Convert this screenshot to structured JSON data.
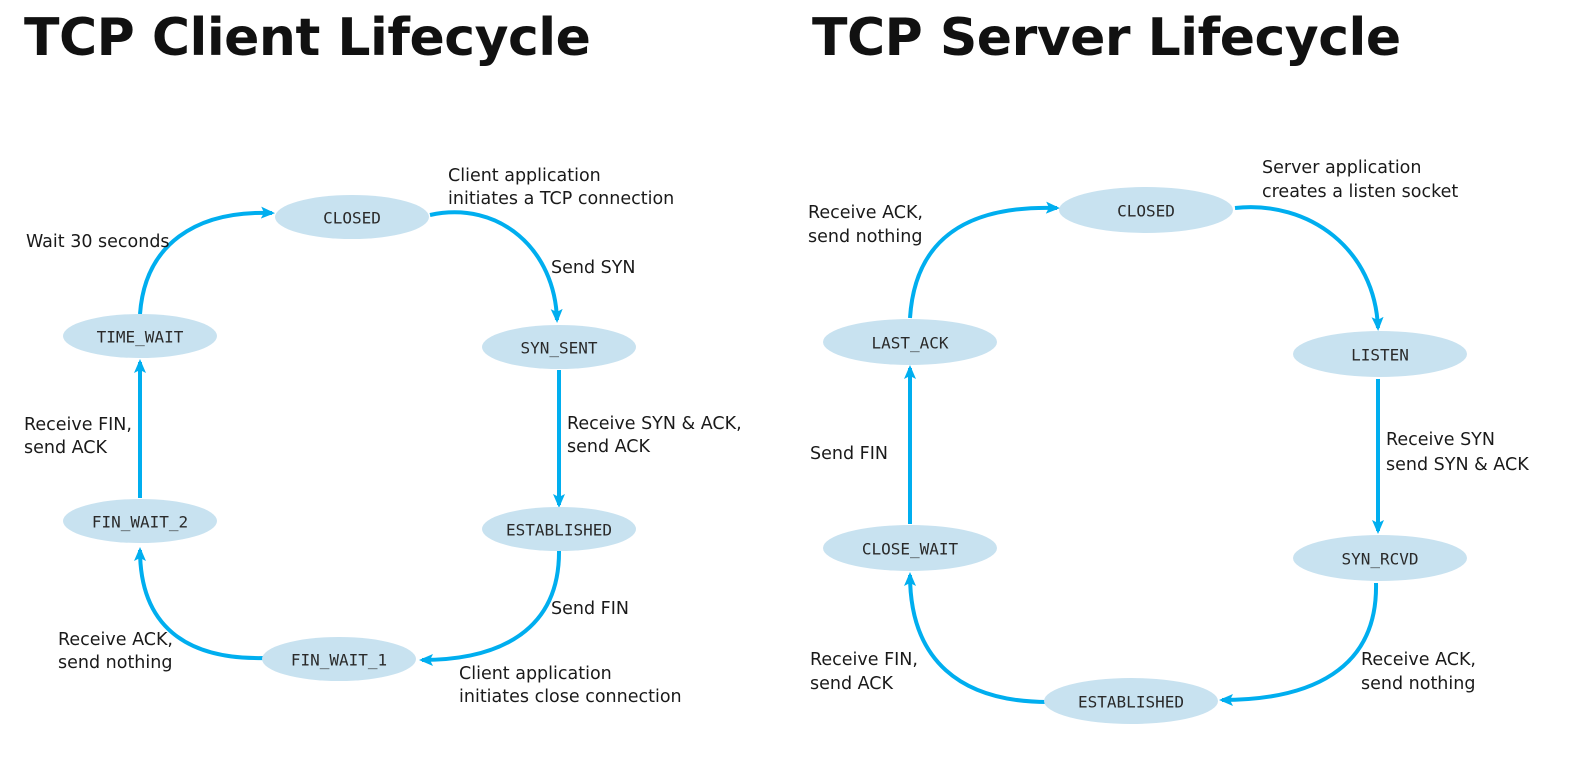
{
  "titles": {
    "client": "TCP Client Lifecycle",
    "server": "TCP Server Lifecycle"
  },
  "colors": {
    "state_fill": "#c8e2f0",
    "arrow": "#00aeef",
    "text": "#1a1a1a"
  },
  "client": {
    "states": {
      "closed": "CLOSED",
      "syn_sent": "SYN_SENT",
      "established": "ESTABLISHED",
      "fin_wait_1": "FIN_WAIT_1",
      "fin_wait_2": "FIN_WAIT_2",
      "time_wait": "TIME_WAIT"
    },
    "transitions": {
      "closed_to_syn_sent": [
        "Client application",
        "initiates a TCP connection"
      ],
      "send_syn": [
        "Send SYN"
      ],
      "syn_sent_to_established": [
        "Receive SYN & ACK,",
        "send ACK"
      ],
      "send_fin": [
        "Send FIN"
      ],
      "established_to_fin_wait_1": [
        "Client application",
        "initiates close connection"
      ],
      "fin_wait_1_to_fin_wait_2": [
        "Receive ACK,",
        "send nothing"
      ],
      "fin_wait_2_to_time_wait": [
        "Receive FIN,",
        "send ACK"
      ],
      "time_wait_to_closed": [
        "Wait 30 seconds"
      ]
    }
  },
  "server": {
    "states": {
      "closed": "CLOSED",
      "listen": "LISTEN",
      "syn_rcvd": "SYN_RCVD",
      "established": "ESTABLISHED",
      "close_wait": "CLOSE_WAIT",
      "last_ack": "LAST_ACK"
    },
    "transitions": {
      "closed_to_listen": [
        "Server application",
        "creates a listen socket"
      ],
      "listen_to_syn_rcvd": [
        "Receive SYN",
        "send SYN & ACK"
      ],
      "syn_rcvd_to_established": [
        "Receive ACK,",
        "send nothing"
      ],
      "established_to_close_wait": [
        "Receive FIN,",
        "send ACK"
      ],
      "close_wait_to_last_ack": [
        "Send FIN"
      ],
      "last_ack_to_closed": [
        "Receive ACK,",
        "send nothing"
      ]
    }
  }
}
